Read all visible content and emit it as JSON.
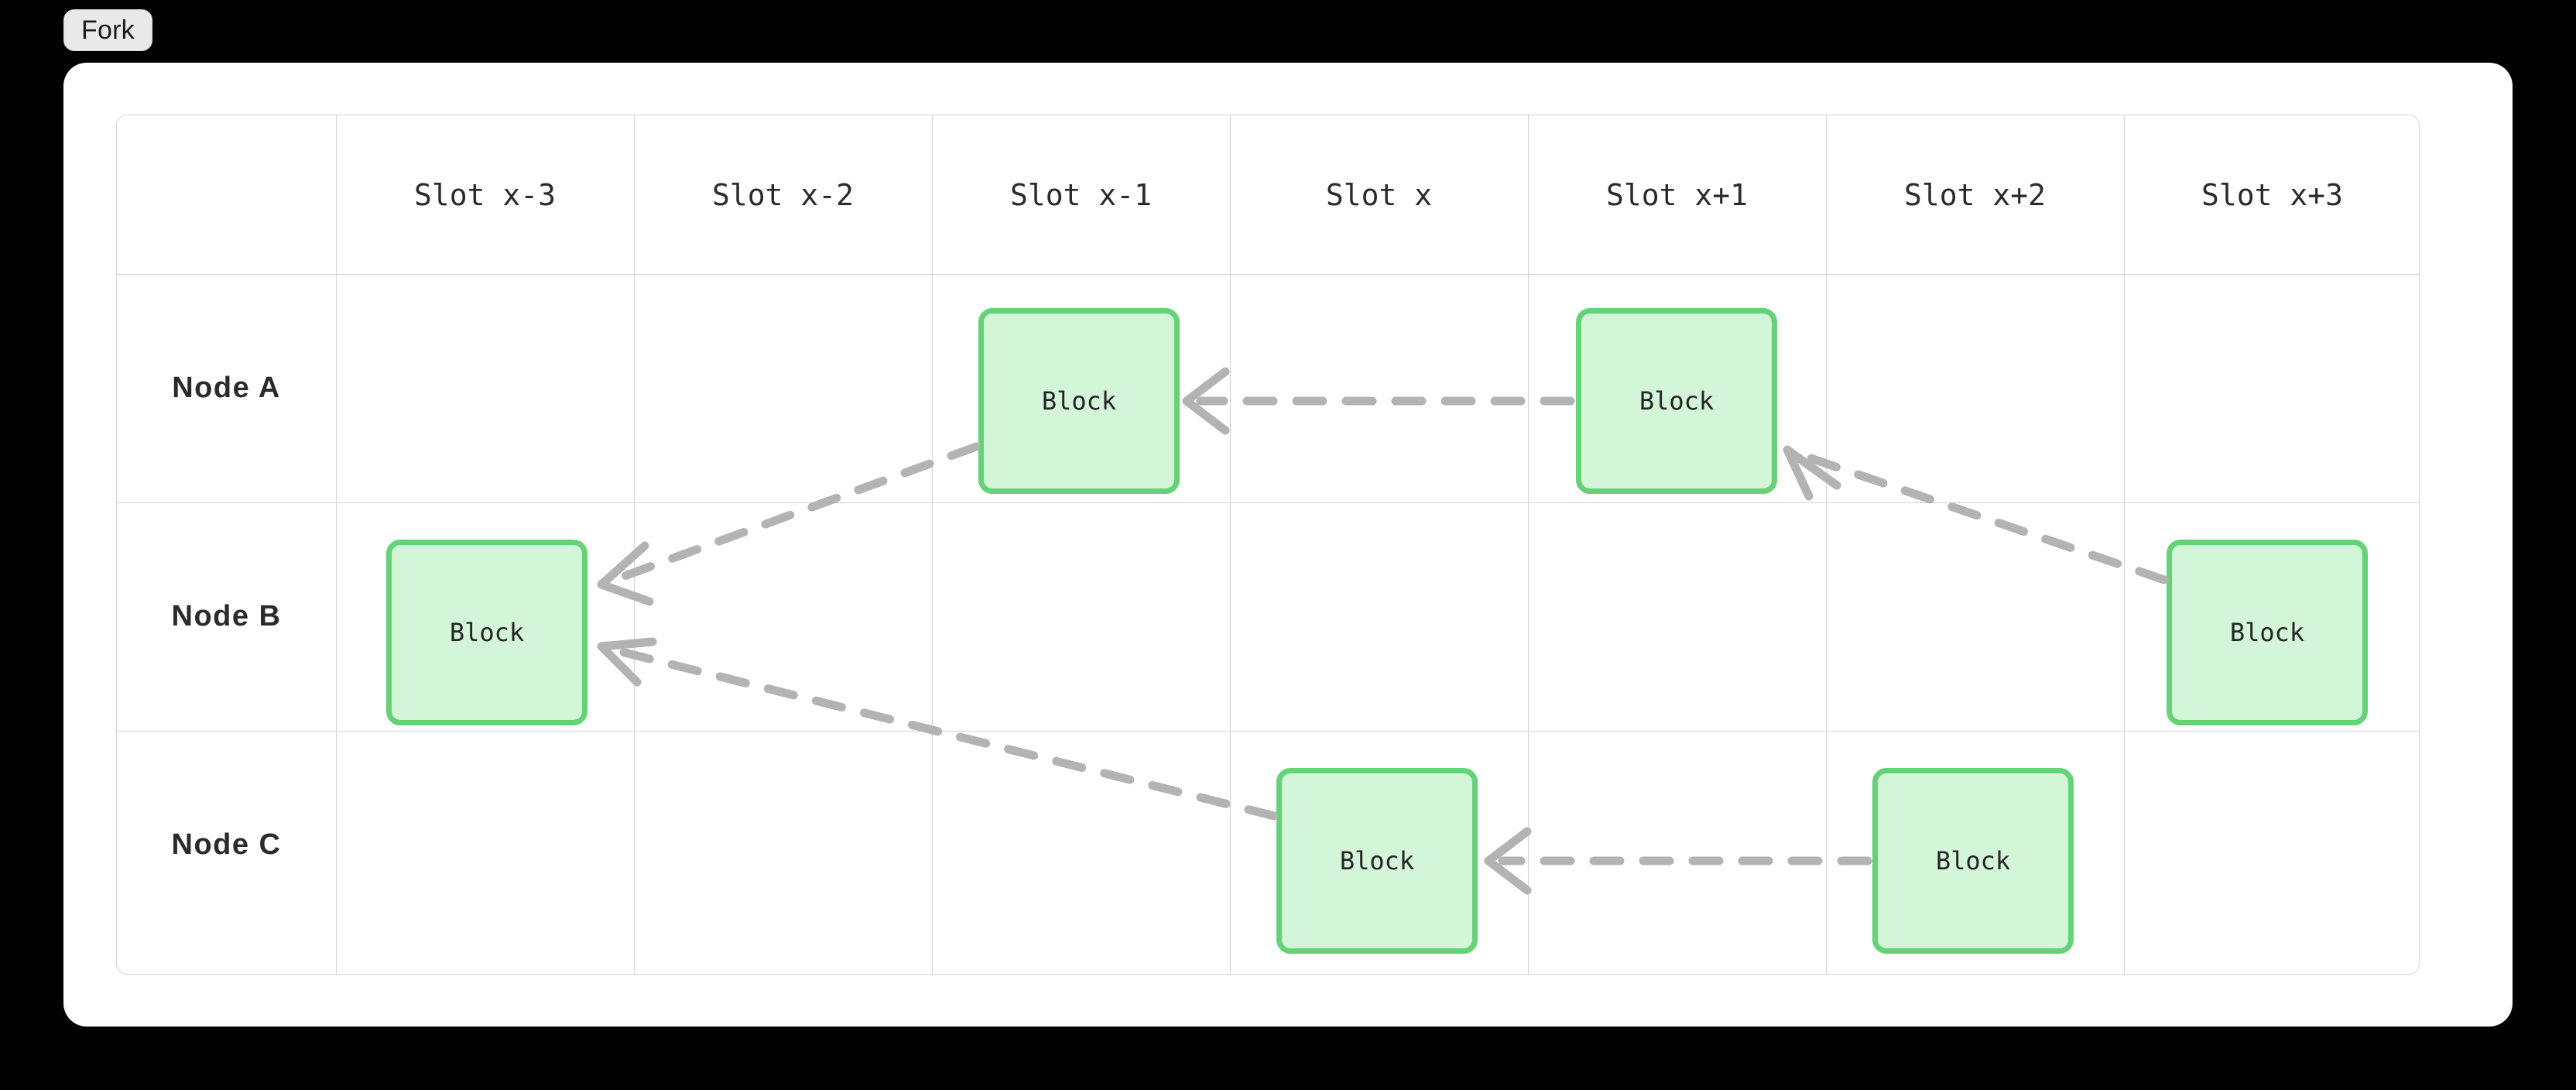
{
  "badge": {
    "label": "Fork"
  },
  "colors": {
    "block_fill": "#d3f5d8",
    "block_border": "#63d376",
    "arrow": "#b3b3b3",
    "grid_line": "#d4d4d4",
    "badge_bg": "#e9e9e9",
    "card_bg": "#ffffff",
    "page_bg": "#000000",
    "text": "#2b2b2b"
  },
  "table": {
    "corner_header": "",
    "column_headers": [
      "Slot x-3",
      "Slot x-2",
      "Slot x-1",
      "Slot x",
      "Slot x+1",
      "Slot x+2",
      "Slot x+3"
    ],
    "row_headers": [
      "Node A",
      "Node B",
      "Node C"
    ],
    "cells": [
      {
        "row": "Node A",
        "column": "Slot x-1",
        "label": "Block"
      },
      {
        "row": "Node A",
        "column": "Slot x+1",
        "label": "Block"
      },
      {
        "row": "Node B",
        "column": "Slot x-3",
        "label": "Block"
      },
      {
        "row": "Node B",
        "column": "Slot x+3",
        "label": "Block"
      },
      {
        "row": "Node C",
        "column": "Slot x",
        "label": "Block"
      },
      {
        "row": "Node C",
        "column": "Slot x+2",
        "label": "Block"
      }
    ]
  },
  "edges": [
    {
      "from_row": "Node A",
      "from_column": "Slot x+1",
      "to_row": "Node A",
      "to_column": "Slot x-1",
      "style": "dashed",
      "arrow": "open"
    },
    {
      "from_row": "Node A",
      "from_column": "Slot x-1",
      "to_row": "Node B",
      "to_column": "Slot x-3",
      "style": "dashed",
      "arrow": "open"
    },
    {
      "from_row": "Node B",
      "from_column": "Slot x+3",
      "to_row": "Node A",
      "to_column": "Slot x+1",
      "style": "dashed",
      "arrow": "open"
    },
    {
      "from_row": "Node C",
      "from_column": "Slot x+2",
      "to_row": "Node C",
      "to_column": "Slot x",
      "style": "dashed",
      "arrow": "open"
    },
    {
      "from_row": "Node C",
      "from_column": "Slot x",
      "to_row": "Node B",
      "to_column": "Slot x-3",
      "style": "dashed",
      "arrow": "open"
    }
  ]
}
